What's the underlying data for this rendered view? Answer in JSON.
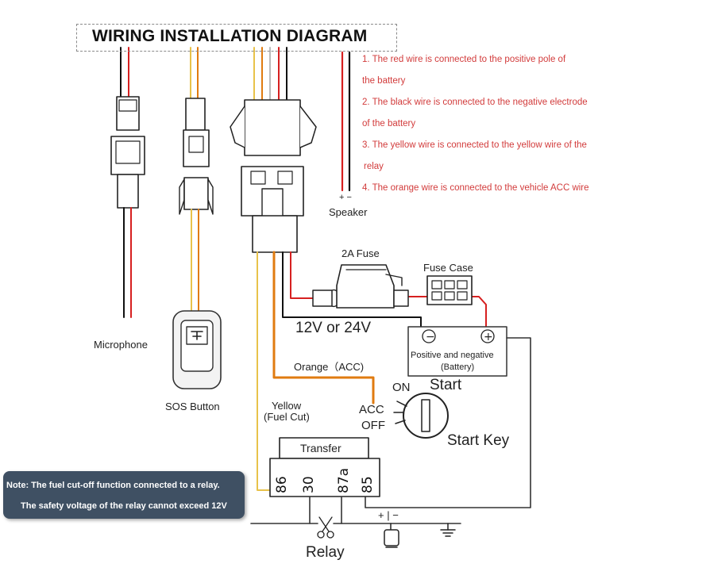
{
  "title": "WIRING INSTALLATION DIAGRAM",
  "notes": [
    "1. The red wire is connected to the positive pole of",
    "the battery",
    "2. The black wire is connected to the negative electrode",
    "of the battery",
    "3. The yellow wire is connected to the yellow wire of the",
    "relay",
    "4. The orange wire is connected to the vehicle ACC wire"
  ],
  "labels": {
    "speaker_polarity": "+ −",
    "speaker": "Speaker",
    "microphone": "Microphone",
    "sos_button": "SOS Button",
    "fuse": "2A Fuse",
    "fuse_case": "Fuse Case",
    "voltage": "12V or 24V",
    "battery_minus": "−",
    "battery_plus": "+",
    "battery_line1": "Positive and negative",
    "battery_line2": "(Battery)",
    "orange": "Orange（ACC)",
    "yellow_line1": "Yellow",
    "yellow_line2": "(Fuel Cut)",
    "on": "ON",
    "start": "Start",
    "acc": "ACC",
    "off": "OFF",
    "start_key": "Start Key",
    "transfer": "Transfer",
    "pin_86": "86",
    "pin_30": "30",
    "pin_87a": "87a",
    "pin_85": "85",
    "relay": "Relay",
    "relay_polarity": "+ | −"
  },
  "callout": [
    "Note: The fuel cut-off function connected to a relay.",
    "The safety voltage of the relay cannot exceed 12V"
  ],
  "colors": {
    "red_wire": "#d62020",
    "black_wire": "#111111",
    "yellow_wire": "#e8c24a",
    "orange_wire": "#e07b10",
    "note_text": "#d23b3b",
    "callout_bg": "#3f5063"
  }
}
